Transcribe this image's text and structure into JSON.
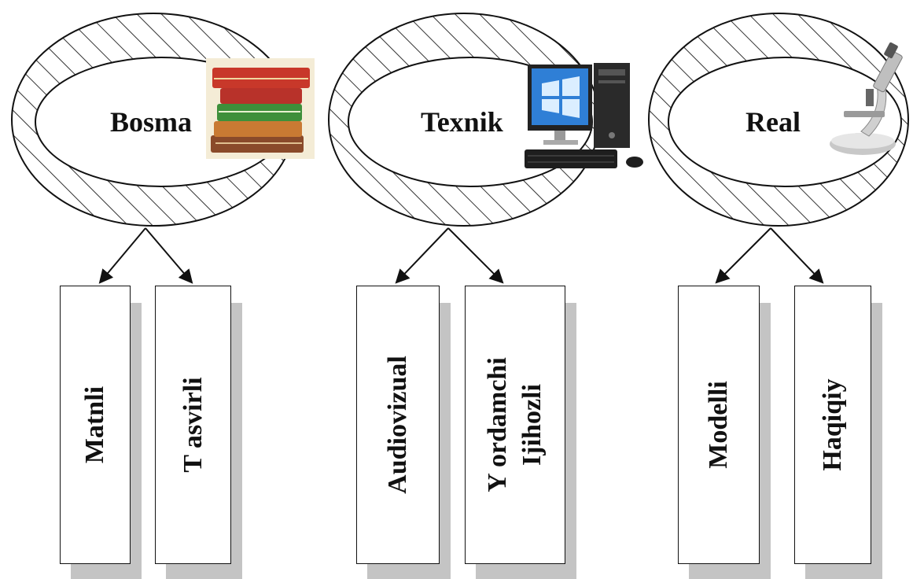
{
  "groups": [
    {
      "label": "Bosma",
      "icon": "books-icon",
      "items": [
        {
          "lines": [
            "Matnli"
          ]
        },
        {
          "lines": [
            "T asvirli"
          ]
        }
      ]
    },
    {
      "label": "Texnik",
      "icon": "desktop-computer-icon",
      "items": [
        {
          "lines": [
            "Audiovizual"
          ]
        },
        {
          "lines": [
            "Y ordamchi",
            "Ijihozli"
          ]
        }
      ]
    },
    {
      "label": "Real",
      "icon": "microscope-icon",
      "items": [
        {
          "lines": [
            "Modelli"
          ]
        },
        {
          "lines": [
            "Haqiqiy"
          ]
        }
      ]
    }
  ],
  "colors": {
    "outline": "#111111",
    "hatch": "#333333",
    "shadow": "#c4c4c4",
    "book_red": "#c8382a",
    "book_green": "#3e8f3a",
    "book_brown": "#8a4a2a"
  }
}
